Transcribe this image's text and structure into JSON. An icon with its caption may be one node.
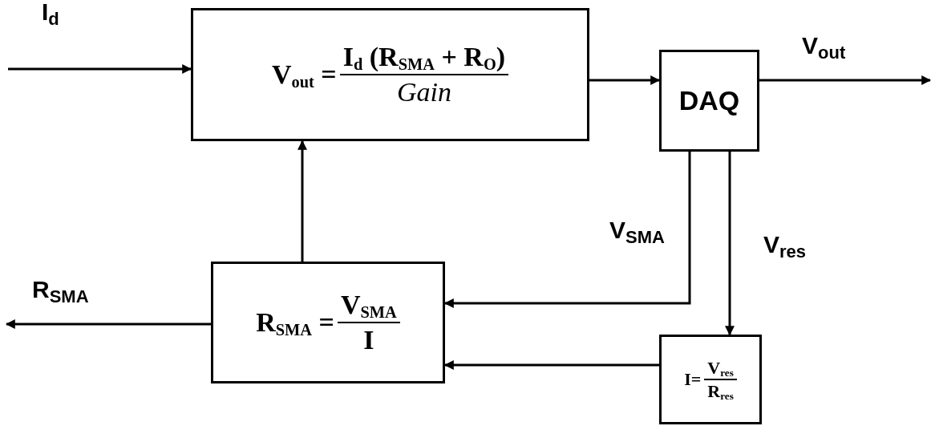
{
  "diagram": {
    "nodes": [
      {
        "text": [
          "V$_{out}$ =",
          "I$_{d}$ (R$_{SMA}$ + R$_{O}$)",
          "Gain"
        ]
      },
      {
        "text": [
          "DAQ"
        ]
      },
      {
        "text": [
          "R$_{SMA}$ =",
          "V$_{SMA}$",
          "I"
        ]
      },
      {
        "text": [
          "I=",
          "V$_{res}$",
          "R$_{res}$"
        ]
      }
    ],
    "edges": [
      {
        "from": null,
        "to": 0,
        "arrow": "to",
        "label": "I$_{d}$"
      },
      {
        "from": 0,
        "to": 1,
        "arrow": "to"
      },
      {
        "from": 1,
        "to": null,
        "arrow": "to",
        "label": "V$_{out}$"
      },
      {
        "from": 1,
        "to": 2,
        "arrow": "to",
        "label": "V$_{SMA}$"
      },
      {
        "from": 1,
        "to": 3,
        "arrow": "to",
        "label": "V$_{res}$"
      },
      {
        "from": 3,
        "to": 2,
        "arrow": "to"
      },
      {
        "from": 2,
        "to": 0,
        "arrow": "to"
      },
      {
        "from": 2,
        "to": null,
        "arrow": "to",
        "label": "R$_{SMA}$"
      }
    ]
  }
}
